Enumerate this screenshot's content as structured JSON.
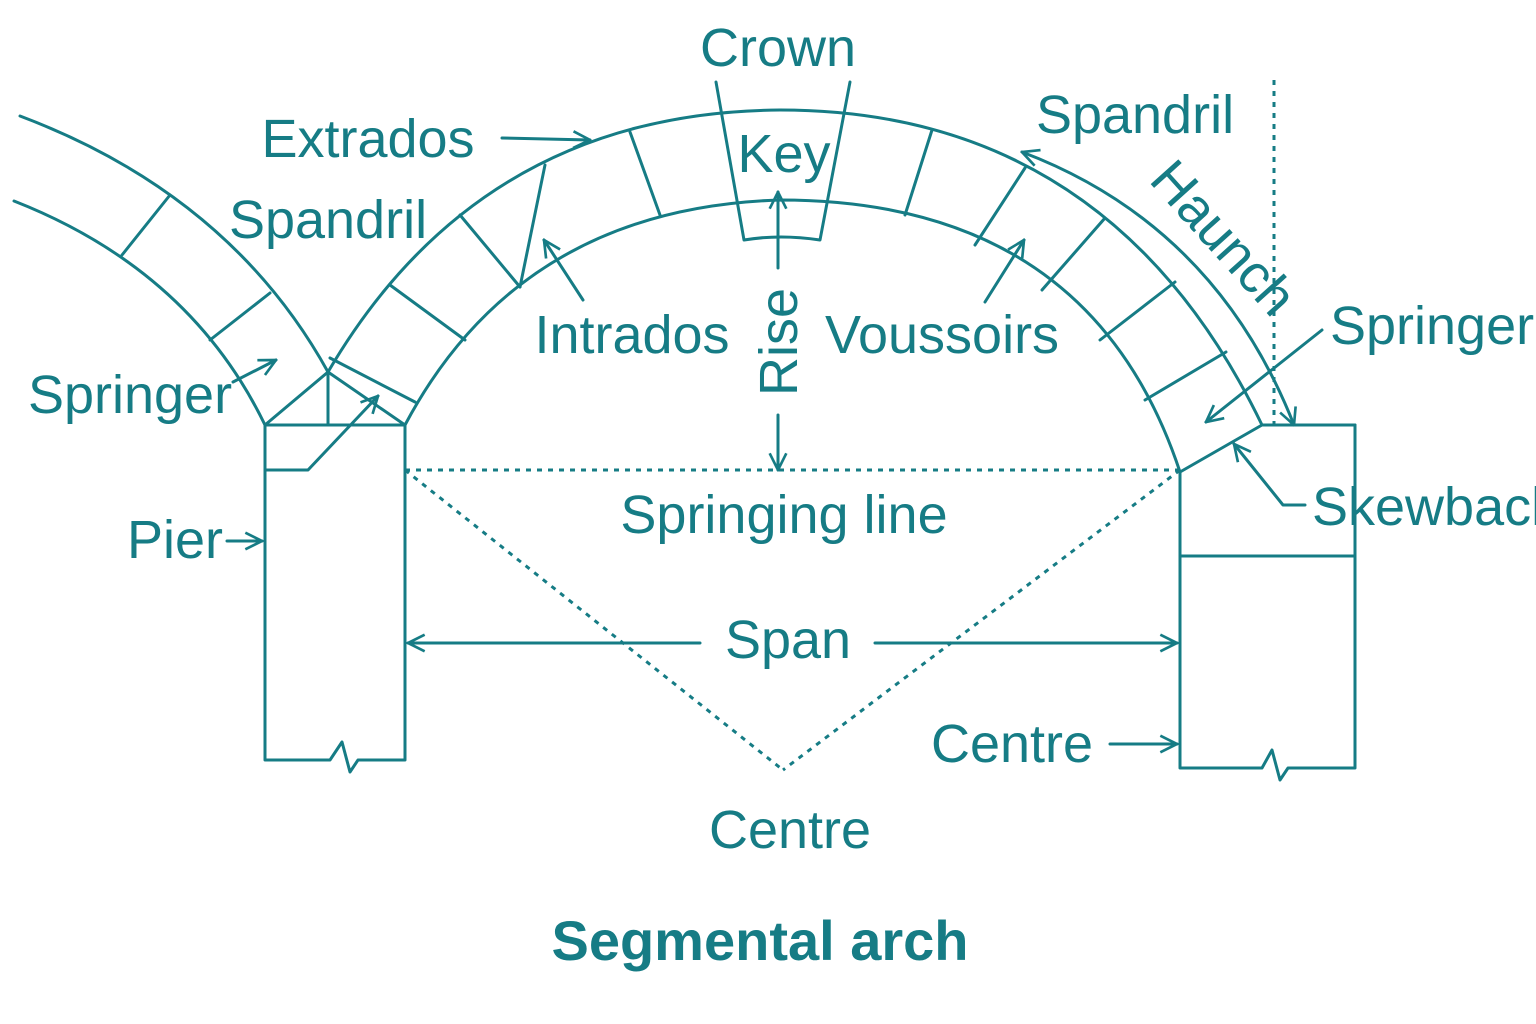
{
  "title": "Segmental arch",
  "colors": {
    "line": "#167c85",
    "background": "#ffffff"
  },
  "labels": {
    "crown": "Crown",
    "extrados": "Extrados",
    "key": "Key",
    "spandril_left": "Spandril",
    "spandril_right": "Spandril",
    "haunch": "Haunch",
    "springer_left": "Springer",
    "springer_right": "Springer",
    "intrados": "Intrados",
    "rise": "Rise",
    "voussoirs": "Voussoirs",
    "pier": "Pier",
    "springing_line": "Springing line",
    "skewback": "Skewback",
    "span": "Span",
    "centre_right": "Centre",
    "centre_bottom": "Centre"
  }
}
